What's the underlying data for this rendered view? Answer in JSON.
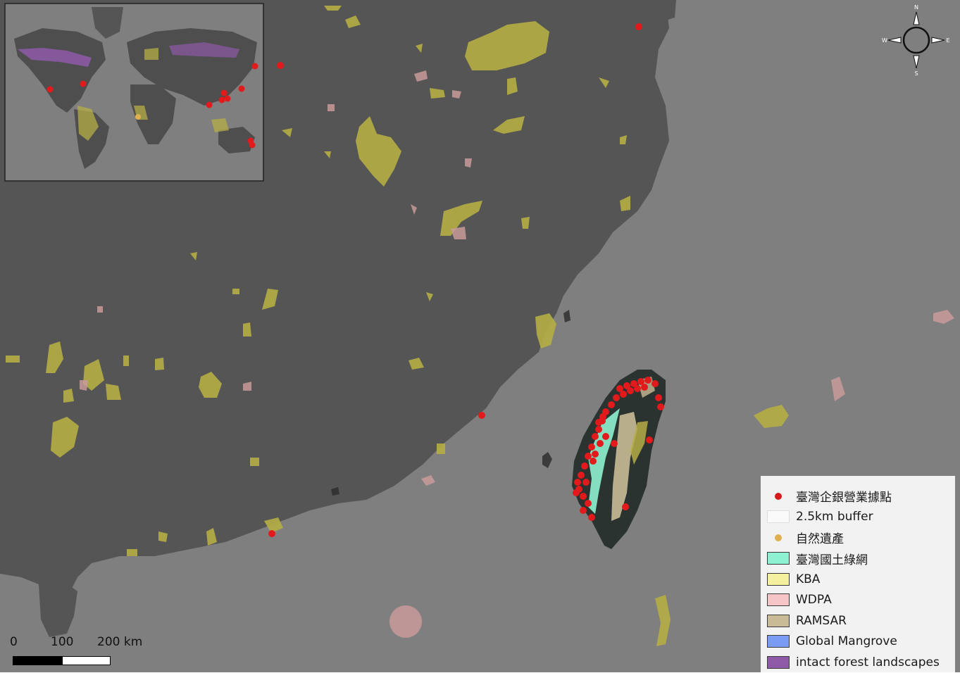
{
  "legend": {
    "items": [
      {
        "label": "臺灣企銀營業據點",
        "symbol": "dot",
        "color": "#d7191c"
      },
      {
        "label": "2.5km buffer",
        "symbol": "box-light",
        "color": "#fafafa"
      },
      {
        "label": "自然遺產",
        "symbol": "dot",
        "color": "#e0b050"
      },
      {
        "label": "臺灣國土綠網",
        "symbol": "box",
        "color": "#8ef2d2"
      },
      {
        "label": "KBA",
        "symbol": "box",
        "color": "#f4f0a0"
      },
      {
        "label": "WDPA",
        "symbol": "box",
        "color": "#f6c6c6"
      },
      {
        "label": "RAMSAR",
        "symbol": "box",
        "color": "#c8bb96"
      },
      {
        "label": "Global Mangrove",
        "symbol": "box",
        "color": "#7b9cf4"
      },
      {
        "label": "intact forest landscapes",
        "symbol": "box",
        "color": "#8e5aa8"
      }
    ]
  },
  "scalebar": {
    "labels": [
      "0",
      "100",
      "200 km"
    ]
  },
  "north_arrow": {
    "icon": "compass-rose-icon",
    "labels": {
      "n": "N",
      "s": "S",
      "e": "E",
      "w": "W"
    }
  },
  "colors": {
    "sea": "#7f7f7f",
    "land": "#555555",
    "kba": "#b5ae45",
    "wdpa": "#c99a9a",
    "branch": "#e31a1c",
    "green_network": "#8ef2d2"
  }
}
